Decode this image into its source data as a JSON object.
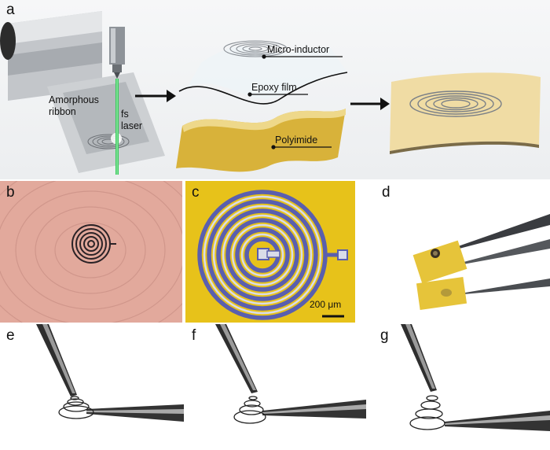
{
  "panels": {
    "a": {
      "label": "a",
      "annotations": {
        "ribbon_line1": "Amorphous",
        "ribbon_line2": "ribbon",
        "laser_line1": "fs",
        "laser_line2": "laser",
        "inductor": "Micro-inductor",
        "epoxy": "Epoxy film",
        "polyimide": "Polyimide"
      }
    },
    "b": {
      "label": "b"
    },
    "c": {
      "label": "c",
      "scale_bar": "200 μm"
    },
    "d": {
      "label": "d"
    },
    "e": {
      "label": "e"
    },
    "f": {
      "label": "f"
    },
    "g": {
      "label": "g"
    }
  },
  "colors": {
    "ribbon": "#b9bcc0",
    "laser": "#37c85a",
    "polyimide": "#d8b23a",
    "skin": "#e2a99c",
    "microscope_bg": "#e7c21a",
    "coil_blue": "#5a5fae"
  }
}
